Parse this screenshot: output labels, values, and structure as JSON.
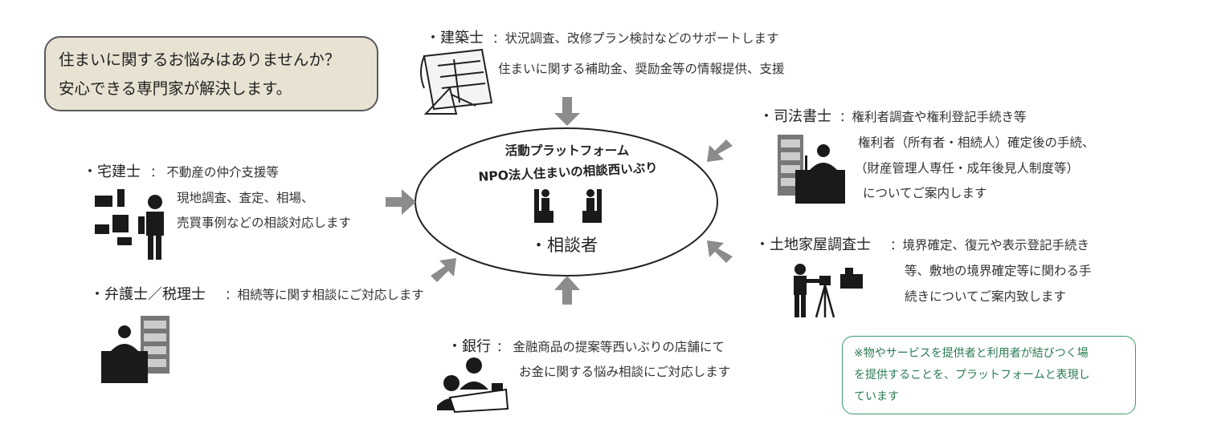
{
  "intro": {
    "line1": "住まいに関するお悩みはありませんか？",
    "line2": "安心できる専門家が解決します。"
  },
  "center": {
    "line1": "活動プラットフォーム",
    "line2": "NPO法人住まいの相談西いぶり",
    "consultee": "・相談者"
  },
  "specialists": {
    "architect": {
      "title": "・建築士",
      "line1": "：状況調査、改修プラン検討などのサポートします",
      "line2": "住まいに関する補助金、奨励金等の情報提供、支援"
    },
    "scrivener": {
      "title": "・司法書士",
      "line1": "：権利者調査や権利登記手続き等",
      "line2": "権利者（所有者・相続人）確定後の手続、",
      "line3": "（財産管理人専任・成年後見人制度等）",
      "line4": "についてご案内します"
    },
    "surveyor": {
      "title": "・土地家屋調査士",
      "line1": "：境界確定、復元や表示登記手続き",
      "line2": "等、敷地の境界確定等に関わる手",
      "line3": "続きについてご案内致します"
    },
    "realtor": {
      "title": "・宅建士",
      "line1": "：  不動産の仲介支援等",
      "line2": "現地調査、査定、相場、",
      "line3": "売買事例などの相談対応します"
    },
    "lawyer": {
      "title": "・弁護士／税理士",
      "line1": "：相続等に関す相談にご対応します"
    },
    "bank": {
      "title": "・銀行",
      "line1": "：  金融商品の提案等西いぶりの店舗にて",
      "line2": "お金に関する悩み相談にご対応します"
    }
  },
  "note": {
    "line1": "※物やサービスを提供者と利用者が結びつく場",
    "line2": "を提供することを、プラットフォームと表現し",
    "line3": "ています"
  },
  "colors": {
    "arrow": "#8c8c8c",
    "intro_fill": "#e8e2d3",
    "note_border": "#3a9a6a",
    "note_text": "#2a7a52",
    "icon": "#1a1a1a"
  }
}
